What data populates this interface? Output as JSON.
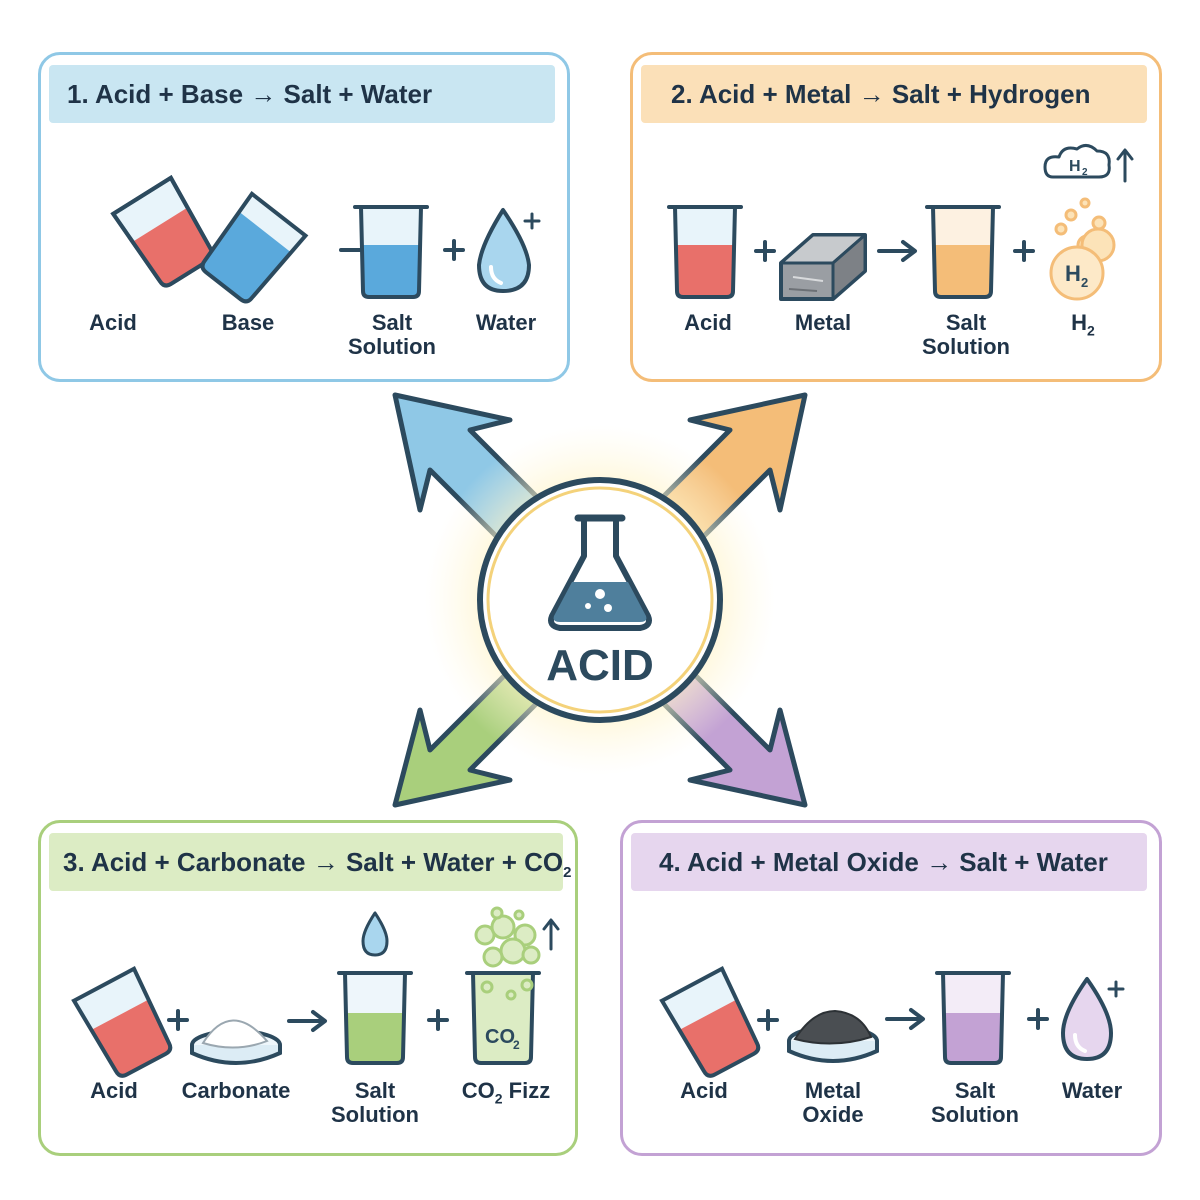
{
  "center": {
    "label": "ACID"
  },
  "panels": [
    {
      "title_parts": [
        "1. Acid + Base ",
        "→",
        " Salt + Water"
      ],
      "labels": [
        [
          "Acid"
        ],
        [
          "Base"
        ],
        [
          "Salt",
          "Solution"
        ],
        [
          "Water"
        ]
      ]
    },
    {
      "title_parts": [
        "2. Acid + Metal ",
        "→",
        " Salt + Hydrogen"
      ],
      "labels": [
        [
          "Acid"
        ],
        [
          "Metal"
        ],
        [
          "Salt",
          "Solution"
        ],
        [
          "H",
          "2"
        ]
      ],
      "bubble_text": "H",
      "bubble_sub": "2",
      "cloud_text": "H",
      "cloud_sub": "2"
    },
    {
      "title_parts": [
        "3. Acid + Carbonate ",
        "→",
        " Salt + Water + CO",
        "2"
      ],
      "labels": [
        [
          "Acid"
        ],
        [
          "Carbonate"
        ],
        [
          "Salt",
          "Solution"
        ],
        [
          "CO",
          "2",
          " Fizz"
        ]
      ],
      "beaker_text": "CO",
      "beaker_sub": "2"
    },
    {
      "title_parts": [
        "4. Acid + Metal Oxide ",
        "→",
        " Salt + Water"
      ],
      "labels": [
        [
          "Acid"
        ],
        [
          "Metal",
          "Oxide"
        ],
        [
          "Salt",
          "Solution"
        ],
        [
          "Water"
        ]
      ]
    }
  ],
  "colors": {
    "blue": "#8fc8e6",
    "blue_bg": "#c9e6f2",
    "orange": "#f4bd78",
    "orange_bg": "#fbe0b8",
    "green": "#a9cf7c",
    "green_bg": "#dcecc4",
    "purple": "#c3a2d4",
    "purple_bg": "#e6d6ee",
    "acid": "#e8706a",
    "base": "#5aa9dc",
    "ink": "#2c4a5e"
  }
}
